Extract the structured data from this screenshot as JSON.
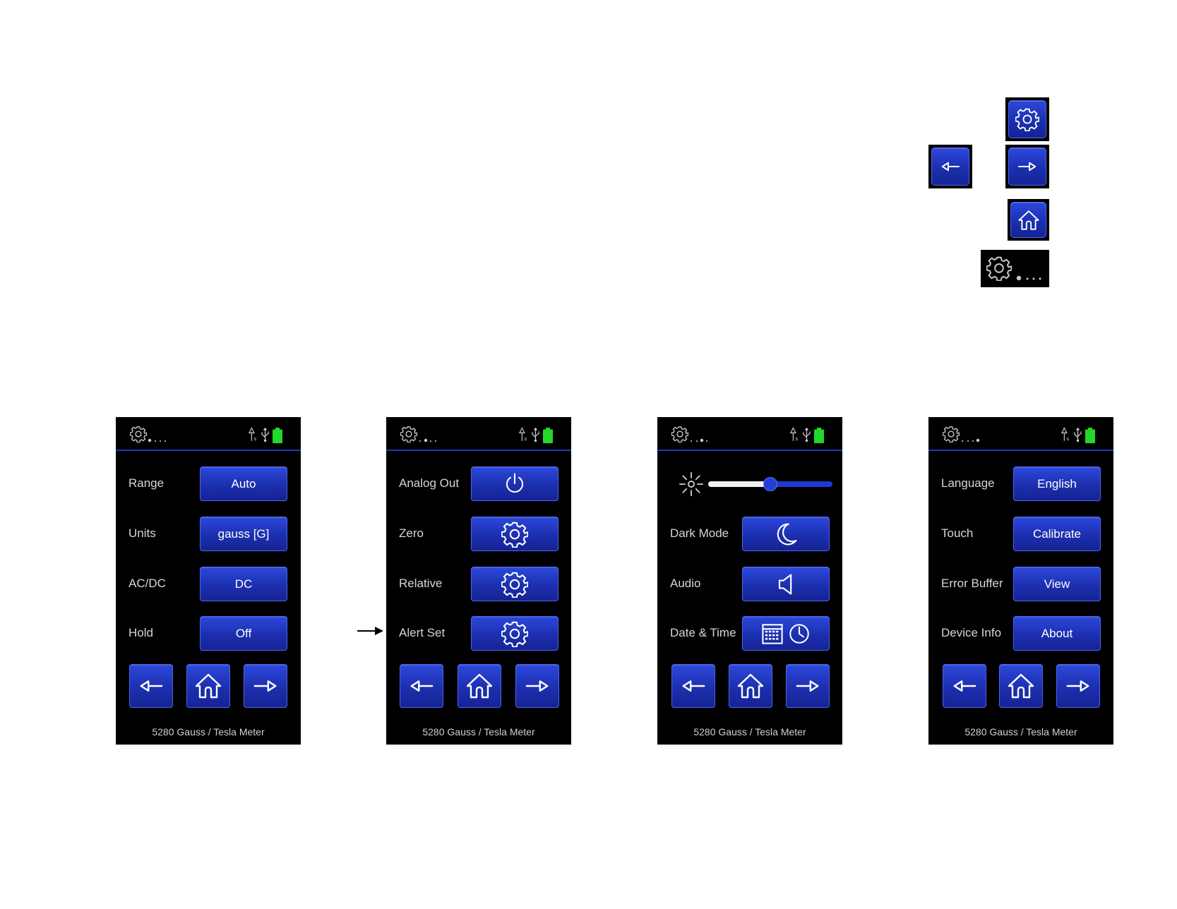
{
  "colors": {
    "accent": "#1f36b8",
    "button": "#1c2fae",
    "battery": "#22d82a",
    "text": "#d6d6d6"
  },
  "icons": {
    "settings": "gear-icon",
    "prev": "arrow-left-icon",
    "next": "arrow-right-icon",
    "home": "home-icon",
    "page_indicator": "gear-dots-icon"
  },
  "screens": [
    {
      "rows": [
        {
          "label": "Range",
          "value": "Auto"
        },
        {
          "label": "Units",
          "value": "gauss [G]"
        },
        {
          "label": "AC/DC",
          "value": "DC"
        },
        {
          "label": "Hold",
          "value": "Off"
        }
      ],
      "footer": "5280 Gauss / Tesla Meter"
    },
    {
      "rows": [
        {
          "label": "Analog Out",
          "icon": "power-icon"
        },
        {
          "label": "Zero",
          "icon": "gear-icon"
        },
        {
          "label": "Relative",
          "icon": "gear-icon"
        },
        {
          "label": "Alert Set",
          "icon": "gear-icon"
        }
      ],
      "footer": "5280 Gauss / Tesla Meter"
    },
    {
      "brightness": 0.5,
      "rows": [
        {
          "label": "Dark Mode",
          "icon": "moon-icon"
        },
        {
          "label": "Audio",
          "icon": "speaker-icon"
        },
        {
          "label": "Date & Time",
          "icon": "calendar-clock-icon"
        }
      ],
      "footer": "5280 Gauss / Tesla Meter"
    },
    {
      "rows": [
        {
          "label": "Language",
          "value": "English"
        },
        {
          "label": "Touch",
          "value": "Calibrate"
        },
        {
          "label": "Error Buffer",
          "value": "View"
        },
        {
          "label": "Device Info",
          "value": "About"
        }
      ],
      "footer": "5280 Gauss / Tesla Meter"
    }
  ]
}
